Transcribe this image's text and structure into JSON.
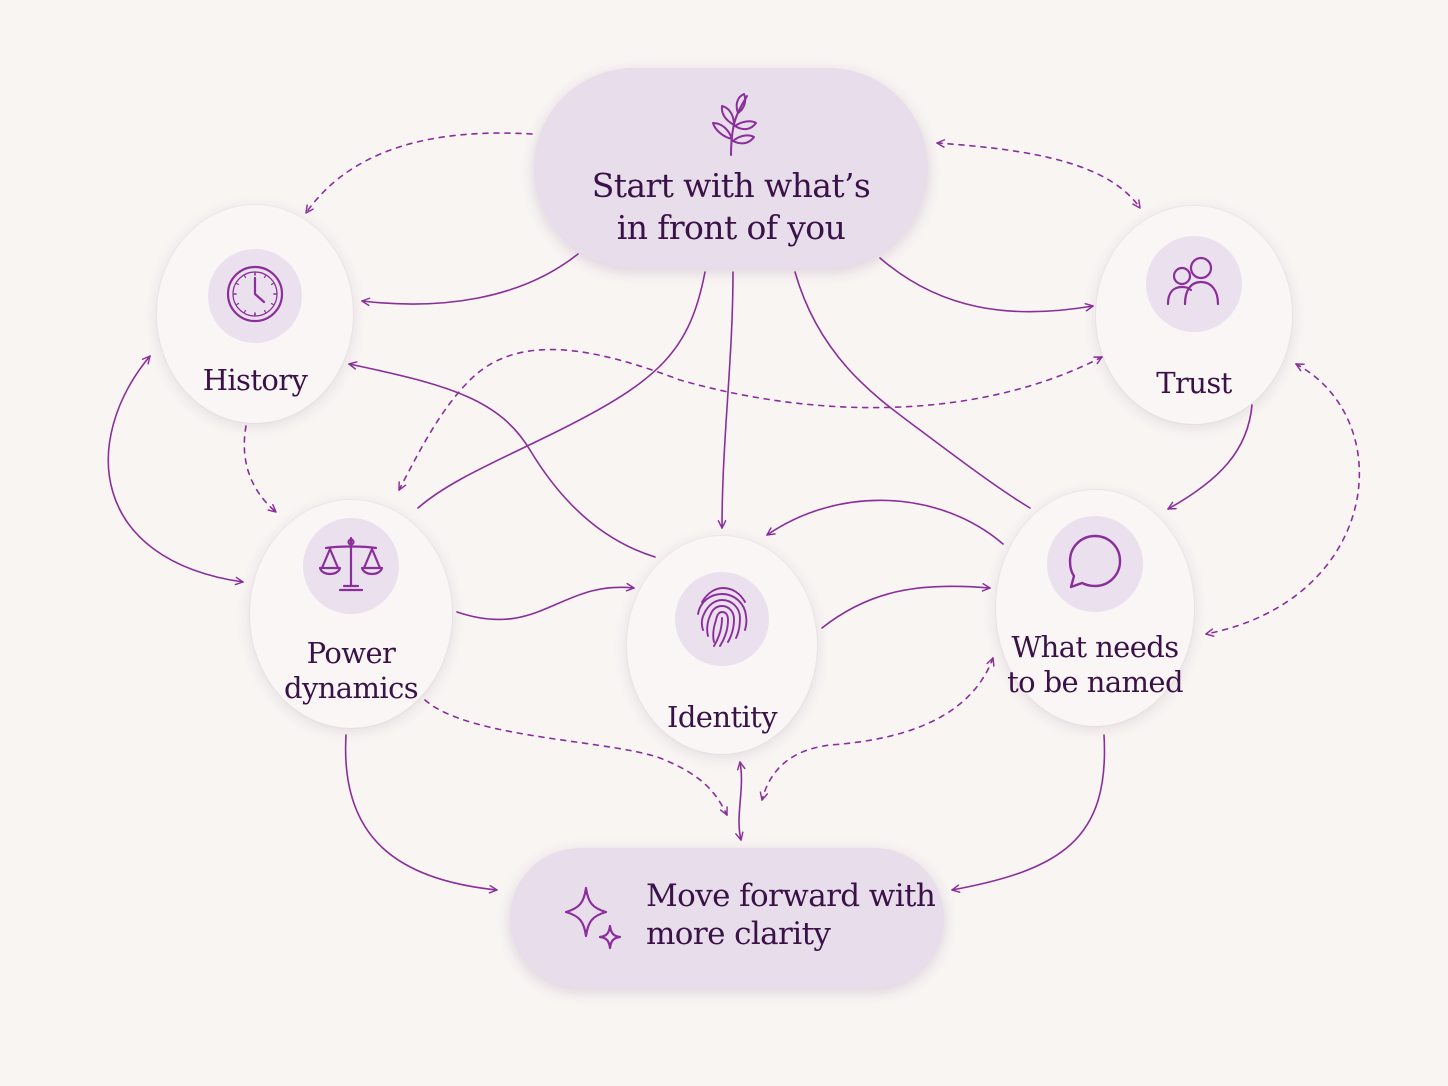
{
  "colors": {
    "background": "#f9f5f3",
    "accent": "#8a2f9a",
    "pill_fill": "#e7ddeb",
    "circle_fill": "#faf6f5",
    "icon_disc": "#ebe0ee",
    "text": "#3b1247"
  },
  "nodes": {
    "start": {
      "label": "Start with what’s\nin front of you",
      "icon": "sprout-icon"
    },
    "history": {
      "label": "History",
      "icon": "clock-icon"
    },
    "trust": {
      "label": "Trust",
      "icon": "people-icon"
    },
    "power": {
      "label": "Power\ndynamics",
      "icon": "scales-icon"
    },
    "identity": {
      "label": "Identity",
      "icon": "fingerprint-icon"
    },
    "named": {
      "label": "What needs\nto be named",
      "icon": "speech-bubble-icon"
    },
    "forward": {
      "label": "Move forward with\nmore clarity",
      "icon": "sparkle-icon"
    }
  },
  "connections": [
    {
      "from": "start",
      "to": "history",
      "style": "solid"
    },
    {
      "from": "start",
      "to": "trust",
      "style": "solid"
    },
    {
      "from": "start",
      "to": "identity",
      "style": "solid"
    },
    {
      "from": "start",
      "to": "power",
      "style": "solid"
    },
    {
      "from": "start",
      "to": "named",
      "style": "solid"
    },
    {
      "from": "start",
      "to": "history",
      "style": "dashed"
    },
    {
      "from": "start",
      "to": "trust",
      "style": "dashed",
      "bidirectional": true
    },
    {
      "from": "history",
      "to": "power",
      "style": "dashed"
    },
    {
      "from": "history",
      "to": "power",
      "style": "solid",
      "bidirectional": true
    },
    {
      "from": "identity",
      "to": "history",
      "style": "solid"
    },
    {
      "from": "trust",
      "to": "power",
      "style": "dashed",
      "bidirectional": true
    },
    {
      "from": "trust",
      "to": "named",
      "style": "solid"
    },
    {
      "from": "trust",
      "to": "named",
      "style": "dashed",
      "bidirectional": true
    },
    {
      "from": "power",
      "to": "identity",
      "style": "solid"
    },
    {
      "from": "identity",
      "to": "named",
      "style": "solid"
    },
    {
      "from": "named",
      "to": "identity",
      "style": "solid"
    },
    {
      "from": "power",
      "to": "forward",
      "style": "solid"
    },
    {
      "from": "power",
      "to": "forward",
      "style": "dashed"
    },
    {
      "from": "identity",
      "to": "forward",
      "style": "solid",
      "bidirectional": true
    },
    {
      "from": "named",
      "to": "forward",
      "style": "dashed",
      "bidirectional": true
    },
    {
      "from": "named",
      "to": "forward",
      "style": "solid"
    }
  ]
}
